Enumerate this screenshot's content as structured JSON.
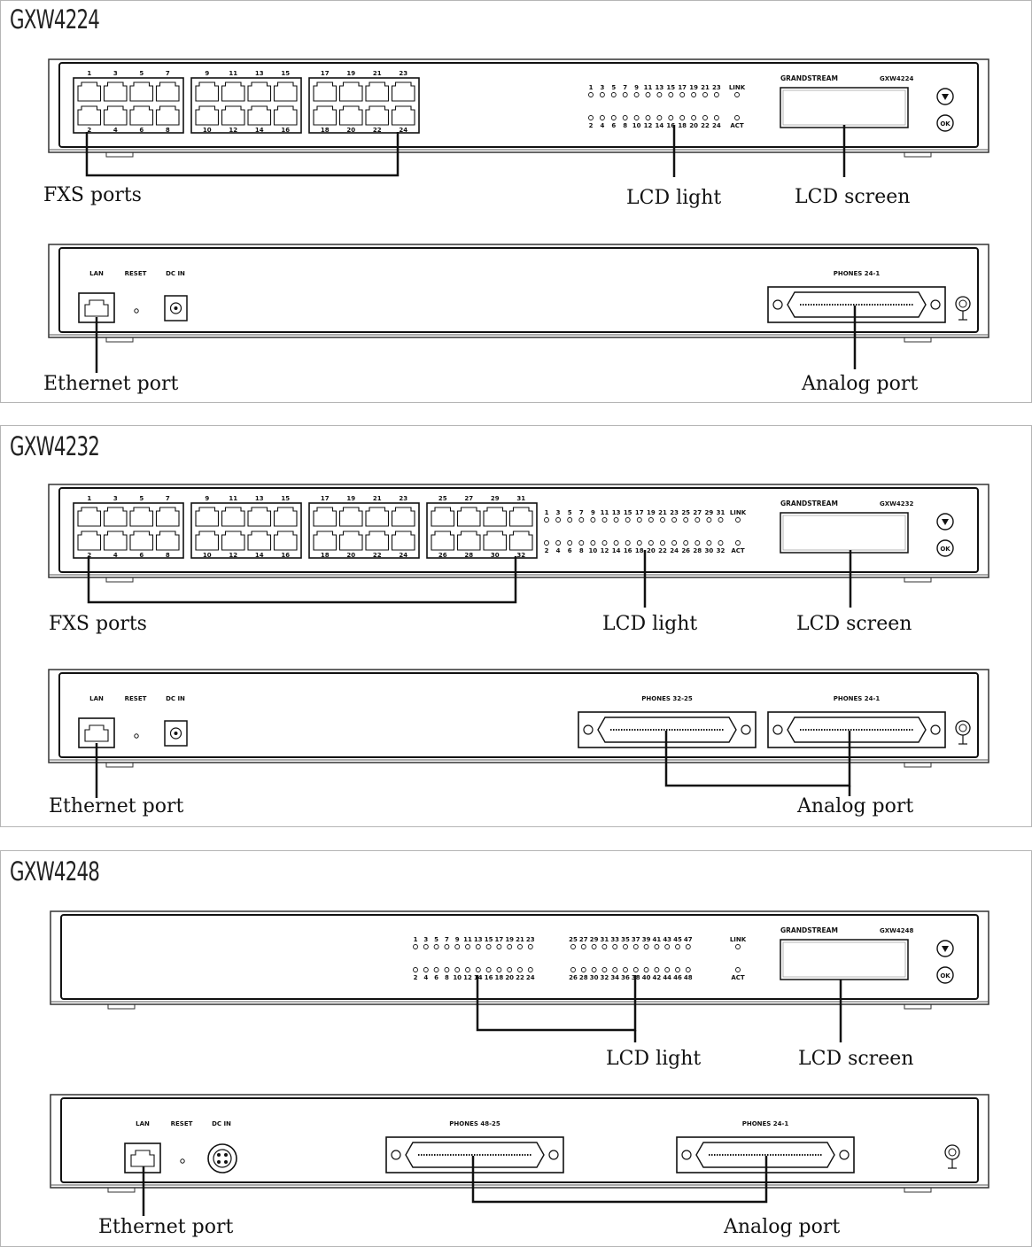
{
  "models": [
    {
      "name": "GXW4224",
      "front": {
        "brand": "GRANDSTREAM",
        "model_label": "GXW4224",
        "port_numbers_top": [
          "1",
          "3",
          "5",
          "7",
          "9",
          "11",
          "13",
          "15",
          "17",
          "19",
          "21",
          "23"
        ],
        "port_numbers_bottom": [
          "2",
          "4",
          "6",
          "8",
          "10",
          "12",
          "14",
          "16",
          "18",
          "20",
          "22",
          "24"
        ],
        "led_numbers_top": [
          "1",
          "3",
          "5",
          "7",
          "9",
          "11",
          "13",
          "15",
          "17",
          "19",
          "21",
          "23"
        ],
        "led_numbers_bottom": [
          "2",
          "4",
          "6",
          "8",
          "10",
          "12",
          "14",
          "16",
          "18",
          "20",
          "22",
          "24"
        ],
        "link_label": "LINK",
        "act_label": "ACT"
      },
      "rear": {
        "lan_label": "LAN",
        "reset_label": "RESET",
        "dcin_label": "DC IN",
        "connectors": [
          "PHONES 24-1"
        ]
      },
      "callouts": {
        "fxs": "FXS ports",
        "lcd_light": "LCD light",
        "lcd_screen": "LCD screen",
        "ethernet": "Ethernet port",
        "analog": "Analog port"
      }
    },
    {
      "name": "GXW4232",
      "front": {
        "brand": "GRANDSTREAM",
        "model_label": "GXW4232",
        "port_numbers_top": [
          "1",
          "3",
          "5",
          "7",
          "9",
          "11",
          "13",
          "15",
          "17",
          "19",
          "21",
          "23",
          "25",
          "27",
          "29",
          "31"
        ],
        "port_numbers_bottom": [
          "2",
          "4",
          "6",
          "8",
          "10",
          "12",
          "14",
          "16",
          "18",
          "20",
          "22",
          "24",
          "26",
          "28",
          "30",
          "32"
        ],
        "led_numbers_top": [
          "1",
          "3",
          "5",
          "7",
          "9",
          "11",
          "13",
          "15",
          "17",
          "19",
          "21",
          "23",
          "25",
          "27",
          "29",
          "31"
        ],
        "led_numbers_bottom": [
          "2",
          "4",
          "6",
          "8",
          "10",
          "12",
          "14",
          "16",
          "18",
          "20",
          "22",
          "24",
          "26",
          "28",
          "30",
          "32"
        ],
        "link_label": "LINK",
        "act_label": "ACT"
      },
      "rear": {
        "lan_label": "LAN",
        "reset_label": "RESET",
        "dcin_label": "DC IN",
        "connectors": [
          "PHONES 32-25",
          "PHONES 24-1"
        ]
      },
      "callouts": {
        "fxs": "FXS ports",
        "lcd_light": "LCD light",
        "lcd_screen": "LCD screen",
        "ethernet": "Ethernet port",
        "analog": "Analog port"
      }
    },
    {
      "name": "GXW4248",
      "front": {
        "brand": "GRANDSTREAM",
        "model_label": "GXW4248",
        "led_numbers_top": [
          "1",
          "3",
          "5",
          "7",
          "9",
          "11",
          "13",
          "15",
          "17",
          "19",
          "21",
          "23",
          "25",
          "27",
          "29",
          "31",
          "33",
          "35",
          "37",
          "39",
          "41",
          "43",
          "45",
          "47"
        ],
        "led_numbers_bottom": [
          "2",
          "4",
          "6",
          "8",
          "10",
          "12",
          "14",
          "16",
          "18",
          "20",
          "22",
          "24",
          "26",
          "28",
          "30",
          "32",
          "34",
          "36",
          "38",
          "40",
          "42",
          "44",
          "46",
          "48"
        ],
        "link_label": "LINK",
        "act_label": "ACT"
      },
      "rear": {
        "lan_label": "LAN",
        "reset_label": "RESET",
        "dcin_label": "DC IN",
        "connectors": [
          "PHONES 48-25",
          "PHONES 24-1"
        ]
      },
      "callouts": {
        "lcd_light": "LCD light",
        "lcd_screen": "LCD screen",
        "ethernet": "Ethernet port",
        "analog": "Analog port"
      }
    }
  ]
}
